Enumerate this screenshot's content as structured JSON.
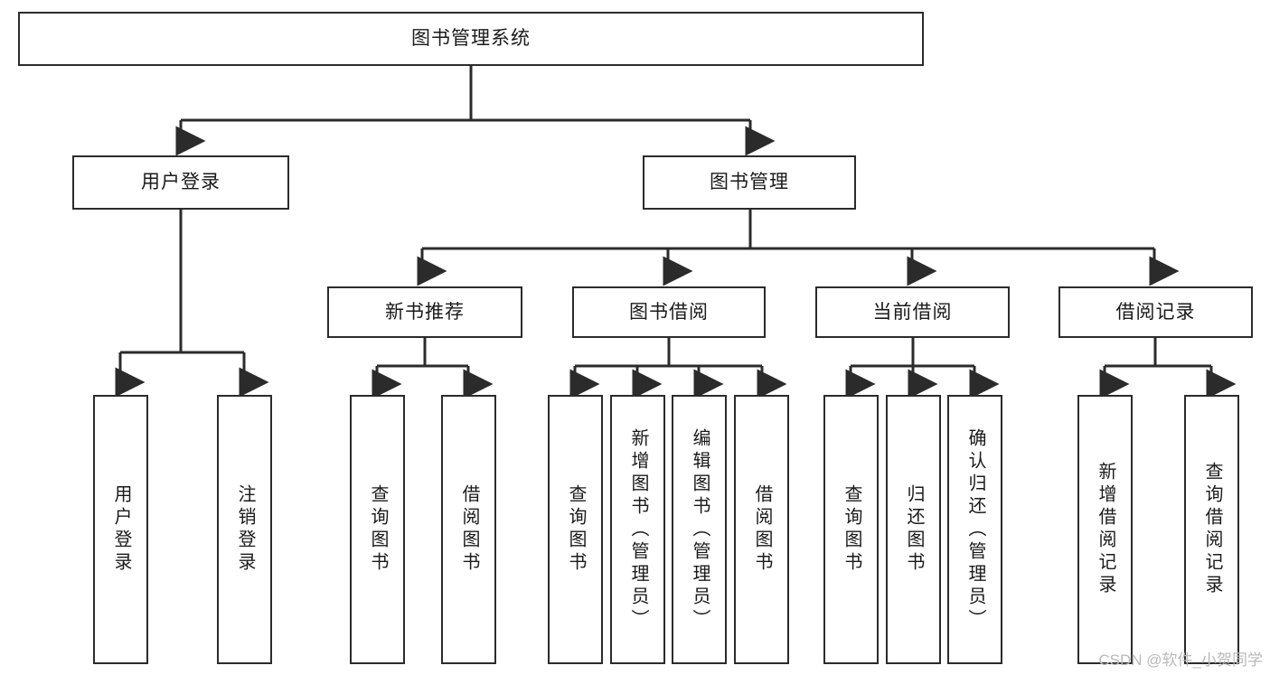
{
  "diagram": {
    "title": "图书管理系统",
    "type": "tree-hierarchy-chart",
    "root": {
      "label": "图书管理系统"
    },
    "level2": [
      {
        "label": "用户登录"
      },
      {
        "label": "图书管理"
      }
    ],
    "level3": [
      {
        "label": "新书推荐"
      },
      {
        "label": "图书借阅"
      },
      {
        "label": "当前借阅"
      },
      {
        "label": "借阅记录"
      }
    ],
    "leaves": [
      {
        "label": "用户登录"
      },
      {
        "label": "注销登录"
      },
      {
        "label": "查询图书"
      },
      {
        "label": "借阅图书"
      },
      {
        "label": "查询图书"
      },
      {
        "label": "新增图书（管理员）"
      },
      {
        "label": "编辑图书（管理员）"
      },
      {
        "label": "借阅图书"
      },
      {
        "label": "查询图书"
      },
      {
        "label": "归还图书"
      },
      {
        "label": "确认归还（管理员）"
      },
      {
        "label": "新增借阅记录"
      },
      {
        "label": "查询借阅记录"
      }
    ]
  },
  "watermark": {
    "text": "CSDN @软件_小贺同学"
  },
  "colors": {
    "border": "#2b2b2b",
    "background": "#ffffff",
    "text": "#1a1a1a",
    "watermark": "#b9b9b9"
  }
}
